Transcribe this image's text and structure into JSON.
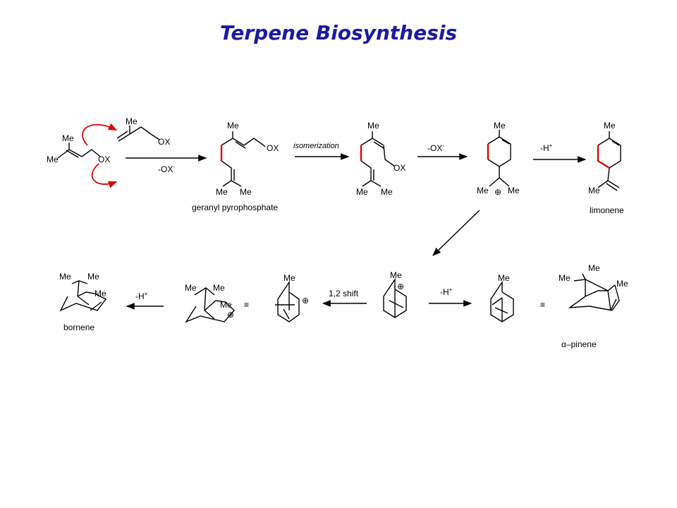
{
  "title": "Terpene Biosynthesis",
  "colors": {
    "title": "#1a1aa0",
    "highlight_bonds": "#e00000",
    "curved_arrows": "#e00000"
  },
  "atoms": {
    "me": "Me",
    "ox": "OX"
  },
  "symbols": {
    "plus_circle": "⊕",
    "equivalent": "≡",
    "alpha": "α",
    "plus": "+",
    "minus": "-"
  },
  "reagents": {
    "minus_ox": "-OX",
    "isomerization": "isomerization",
    "minus_h": "-H",
    "shift": "1,2 shift"
  },
  "compounds": {
    "geranyl": "geranyl pyrophosphate",
    "limonene": "limonene",
    "alpha_pinene": "–pinene",
    "bornene": "bornene"
  }
}
